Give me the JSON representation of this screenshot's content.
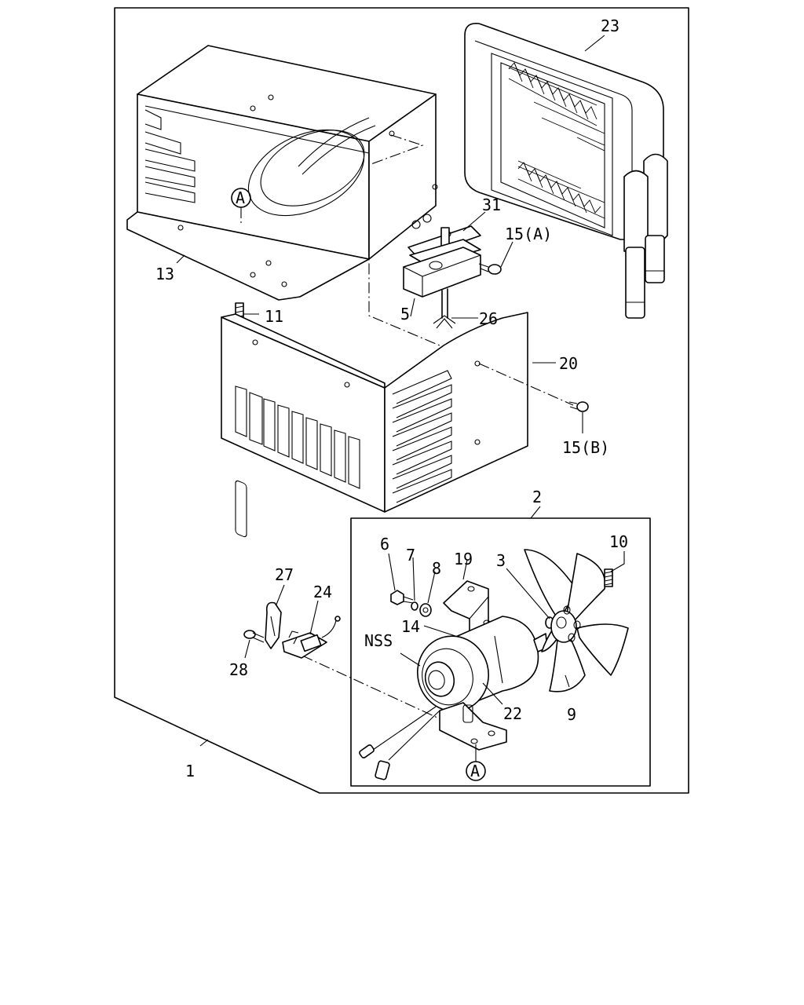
{
  "labels": {
    "l1": "1",
    "l2": "2",
    "l3": "3",
    "l5": "5",
    "l6": "6",
    "l7": "7",
    "l8": "8",
    "l9": "9",
    "l10": "10",
    "l11": "11",
    "l13": "13",
    "l14": "14",
    "l15a": "15(A)",
    "l15b": "15(B)",
    "l19": "19",
    "l20": "20",
    "l22": "22",
    "l23": "23",
    "l24": "24",
    "l26": "26",
    "l27": "27",
    "l28": "28",
    "l31": "31",
    "nss": "NSS",
    "refA_top": "A",
    "refA_bottom": "A"
  }
}
